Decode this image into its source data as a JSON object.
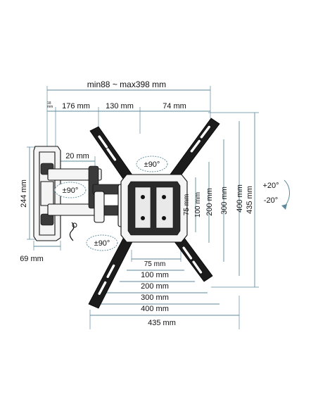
{
  "dimensions": {
    "extension_range": "min88 ~ max398 mm",
    "small_offset": "18\nmm",
    "depth_176": "176 mm",
    "depth_130": "130 mm",
    "depth_74": "74 mm",
    "arm_gap": "20 mm",
    "wall_plate_height": "244 mm",
    "wall_plate_width": "69 mm",
    "vesa_h_75": "75 mm",
    "vesa_h_100": "100 mm",
    "vesa_h_200": "200 mm",
    "vesa_h_300": "300 mm",
    "vesa_h_400": "400 mm",
    "vesa_h_435": "435 mm",
    "vesa_v_75": "75 mm",
    "vesa_v_100": "100 mm",
    "vesa_v_200": "200 mm",
    "vesa_v_300": "300 mm",
    "vesa_v_400": "400 mm",
    "vesa_v_435": "435 mm"
  },
  "rotations": {
    "swivel_top": "±90°",
    "swivel_arm": "±90°",
    "swivel_bottom": "±90°",
    "tilt_up": "+20°",
    "tilt_down": "-20°"
  },
  "colors": {
    "dimension_lines": "#5c8a9a",
    "mount_body": "#1c1c1c",
    "text": "#111111"
  }
}
